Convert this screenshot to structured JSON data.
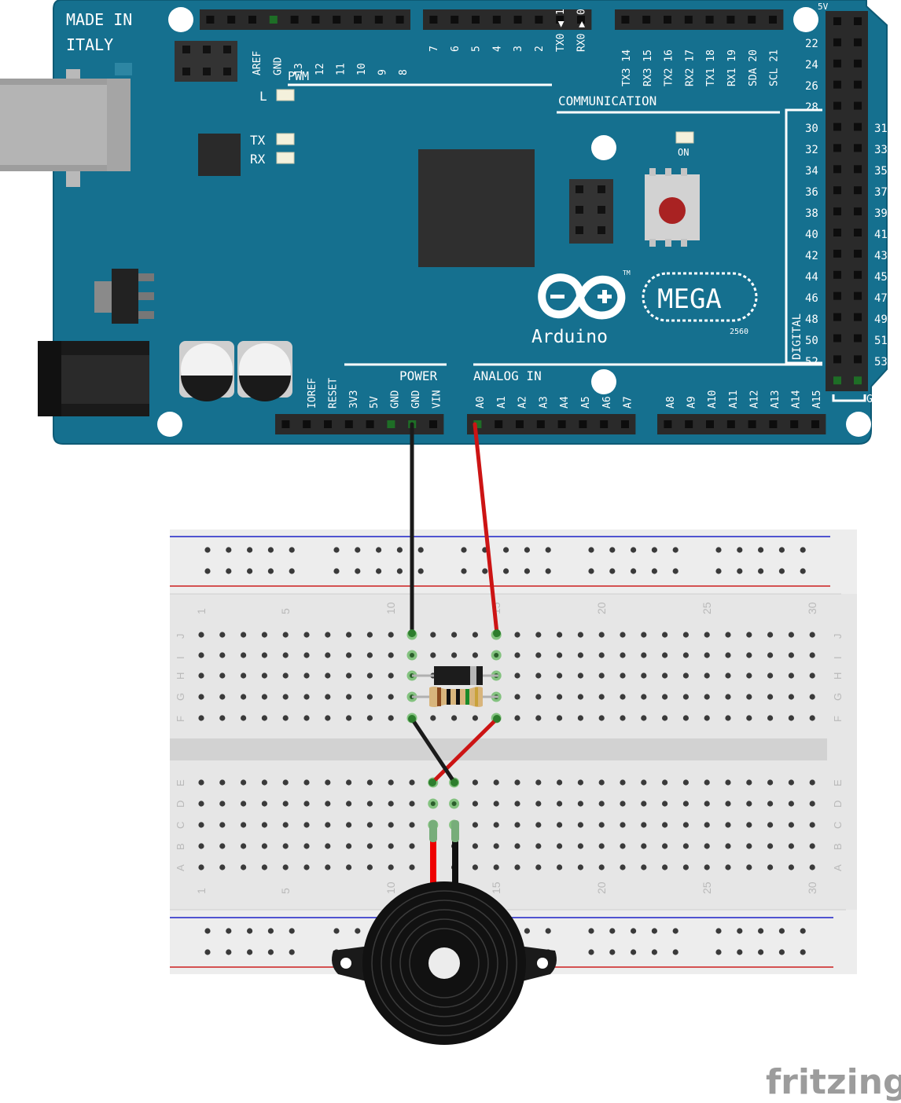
{
  "board": {
    "made_in": "MADE IN",
    "italy": "ITALY",
    "brand": "Arduino",
    "model": "MEGA",
    "model_no": "2560",
    "tm": "TM",
    "on_label": "ON",
    "l_label": "L",
    "tx_label": "TX",
    "rx_label": "RX",
    "pwm_label": "PWM",
    "communication_label": "COMMUNICATION",
    "power_label": "POWER",
    "analog_label": "ANALOG IN",
    "digital_label": "DIGITAL",
    "fivev_label": "5V",
    "gnd_label": "GND",
    "top_left_pins": [
      "AREF",
      "GND",
      "13",
      "12",
      "11",
      "10",
      "9",
      "8"
    ],
    "top_mid_pins": [
      "7",
      "6",
      "5",
      "4",
      "3",
      "2",
      "TX0 ◀ 1",
      "RX0 ▶ 0"
    ],
    "top_right_pins": [
      "TX3 14",
      "RX3 15",
      "TX2 16",
      "RX2 17",
      "TX1 18",
      "RX1 19",
      "SDA 20",
      "SCL 21"
    ],
    "power_pins": [
      "IOREF",
      "RESET",
      "3V3",
      "5V",
      "GND",
      "GND",
      "VIN"
    ],
    "analog_pins_a": [
      "A0",
      "A1",
      "A2",
      "A3",
      "A4",
      "A5",
      "A6",
      "A7"
    ],
    "analog_pins_b": [
      "A8",
      "A9",
      "A10",
      "A11",
      "A12",
      "A13",
      "A14",
      "A15"
    ],
    "digital_left": [
      "22",
      "24",
      "26",
      "28",
      "30",
      "32",
      "34",
      "36",
      "38",
      "40",
      "42",
      "44",
      "46",
      "48",
      "50",
      "52"
    ],
    "digital_right": [
      "31",
      "33",
      "35",
      "37",
      "39",
      "41",
      "43",
      "45",
      "47",
      "49",
      "51",
      "53"
    ]
  },
  "breadboard": {
    "col_numbers": [
      "1",
      "5",
      "10",
      "15",
      "20",
      "25",
      "30"
    ],
    "rows_top": [
      "J",
      "I",
      "H",
      "G",
      "F"
    ],
    "rows_bottom": [
      "E",
      "D",
      "C",
      "B",
      "A"
    ]
  },
  "wires": [
    {
      "id": "gnd-wire",
      "color": "#1a1a1a"
    },
    {
      "id": "a0-wire",
      "color": "#cc1414"
    }
  ],
  "footer": {
    "logo": "fritzing"
  },
  "colors": {
    "board": "#15708f",
    "board_edge": "#0e5a75",
    "breadboard": "#e6e6e6",
    "rail_red": "#cc1e1e",
    "rail_blue": "#1d22c8"
  }
}
